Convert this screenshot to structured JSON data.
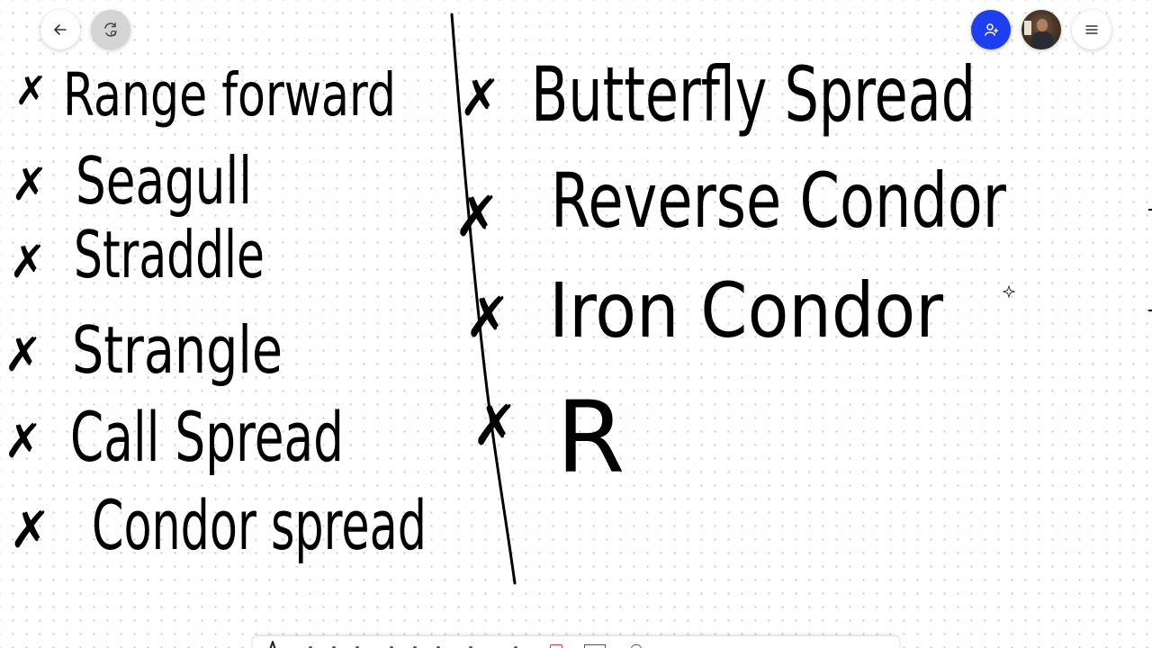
{
  "board": {
    "left_column": [
      "Range forward",
      "Seagull",
      "Straddle",
      "Strangle",
      "Call Spread",
      "Condor spread"
    ],
    "right_column": [
      "Butterfly Spread",
      "Reverse Condor",
      "Iron Condor",
      "R"
    ],
    "bullet_glyph": "✗"
  },
  "topbar": {
    "back_icon": "arrow-left-icon",
    "sync_icon": "sync-icon",
    "invite_icon": "person-add-icon",
    "menu_icon": "hamburger-menu-icon"
  },
  "colors": {
    "accent": "#1e3ff0",
    "ink": "#000000",
    "dots": "#c9c9c9"
  }
}
